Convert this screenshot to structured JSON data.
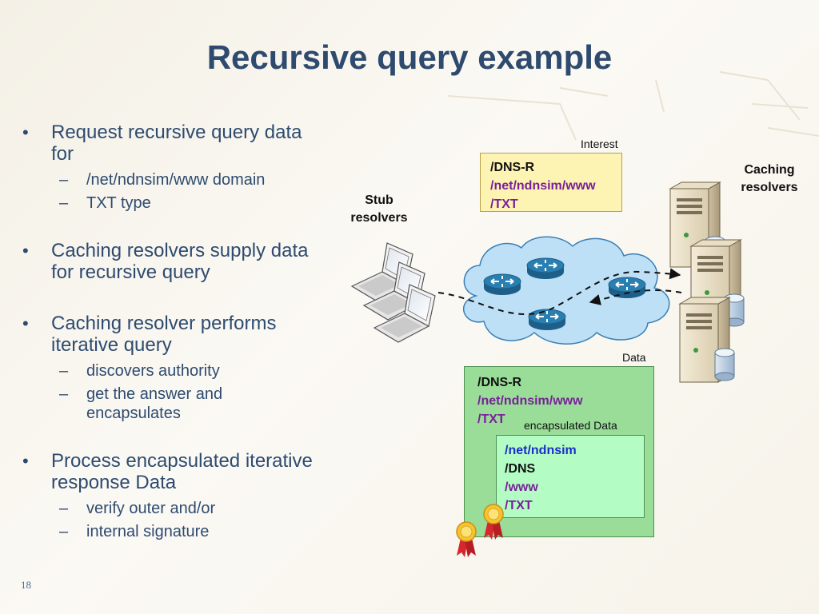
{
  "slide": {
    "title": "Recursive query example",
    "slide_number": "18"
  },
  "bullets": {
    "b1": {
      "text": "Request recursive query data for",
      "subs": [
        "/net/ndnsim/www domain",
        "TXT type"
      ]
    },
    "b2": {
      "text": "Caching resolvers supply data for recursive query"
    },
    "b3": {
      "text": "Caching resolver performs iterative query",
      "subs": [
        "discovers authority",
        "get the answer and encapsulates"
      ]
    },
    "b4": {
      "text": "Process encapsulated iterative response Data",
      "subs": [
        "verify outer and/or",
        "internal signature"
      ]
    }
  },
  "diagram": {
    "interest": {
      "label": "Interest",
      "line1": "/DNS-R",
      "line2": "/net/ndnsim/www",
      "line3": "/TXT"
    },
    "data": {
      "label": "Data",
      "line1": "/DNS-R",
      "line2": "/net/ndnsim/www",
      "line3": "/TXT",
      "inner_label": "encapsulated Data",
      "inner": {
        "line1": "/net/ndnsim",
        "line2": "/DNS",
        "line3": "/www",
        "line4": "/TXT"
      }
    },
    "stub_label": {
      "line1": "Stub",
      "line2": "resolvers"
    },
    "caching_label": {
      "line1": "Caching",
      "line2": "resolvers"
    }
  },
  "colors": {
    "title": "#2e4b6f",
    "interest_fill": "#fdf3b2",
    "data_fill": "#99dd99",
    "inner_fill": "#b3fdc4",
    "cloud": "#bde0f7",
    "router": "#2a7fb1"
  }
}
